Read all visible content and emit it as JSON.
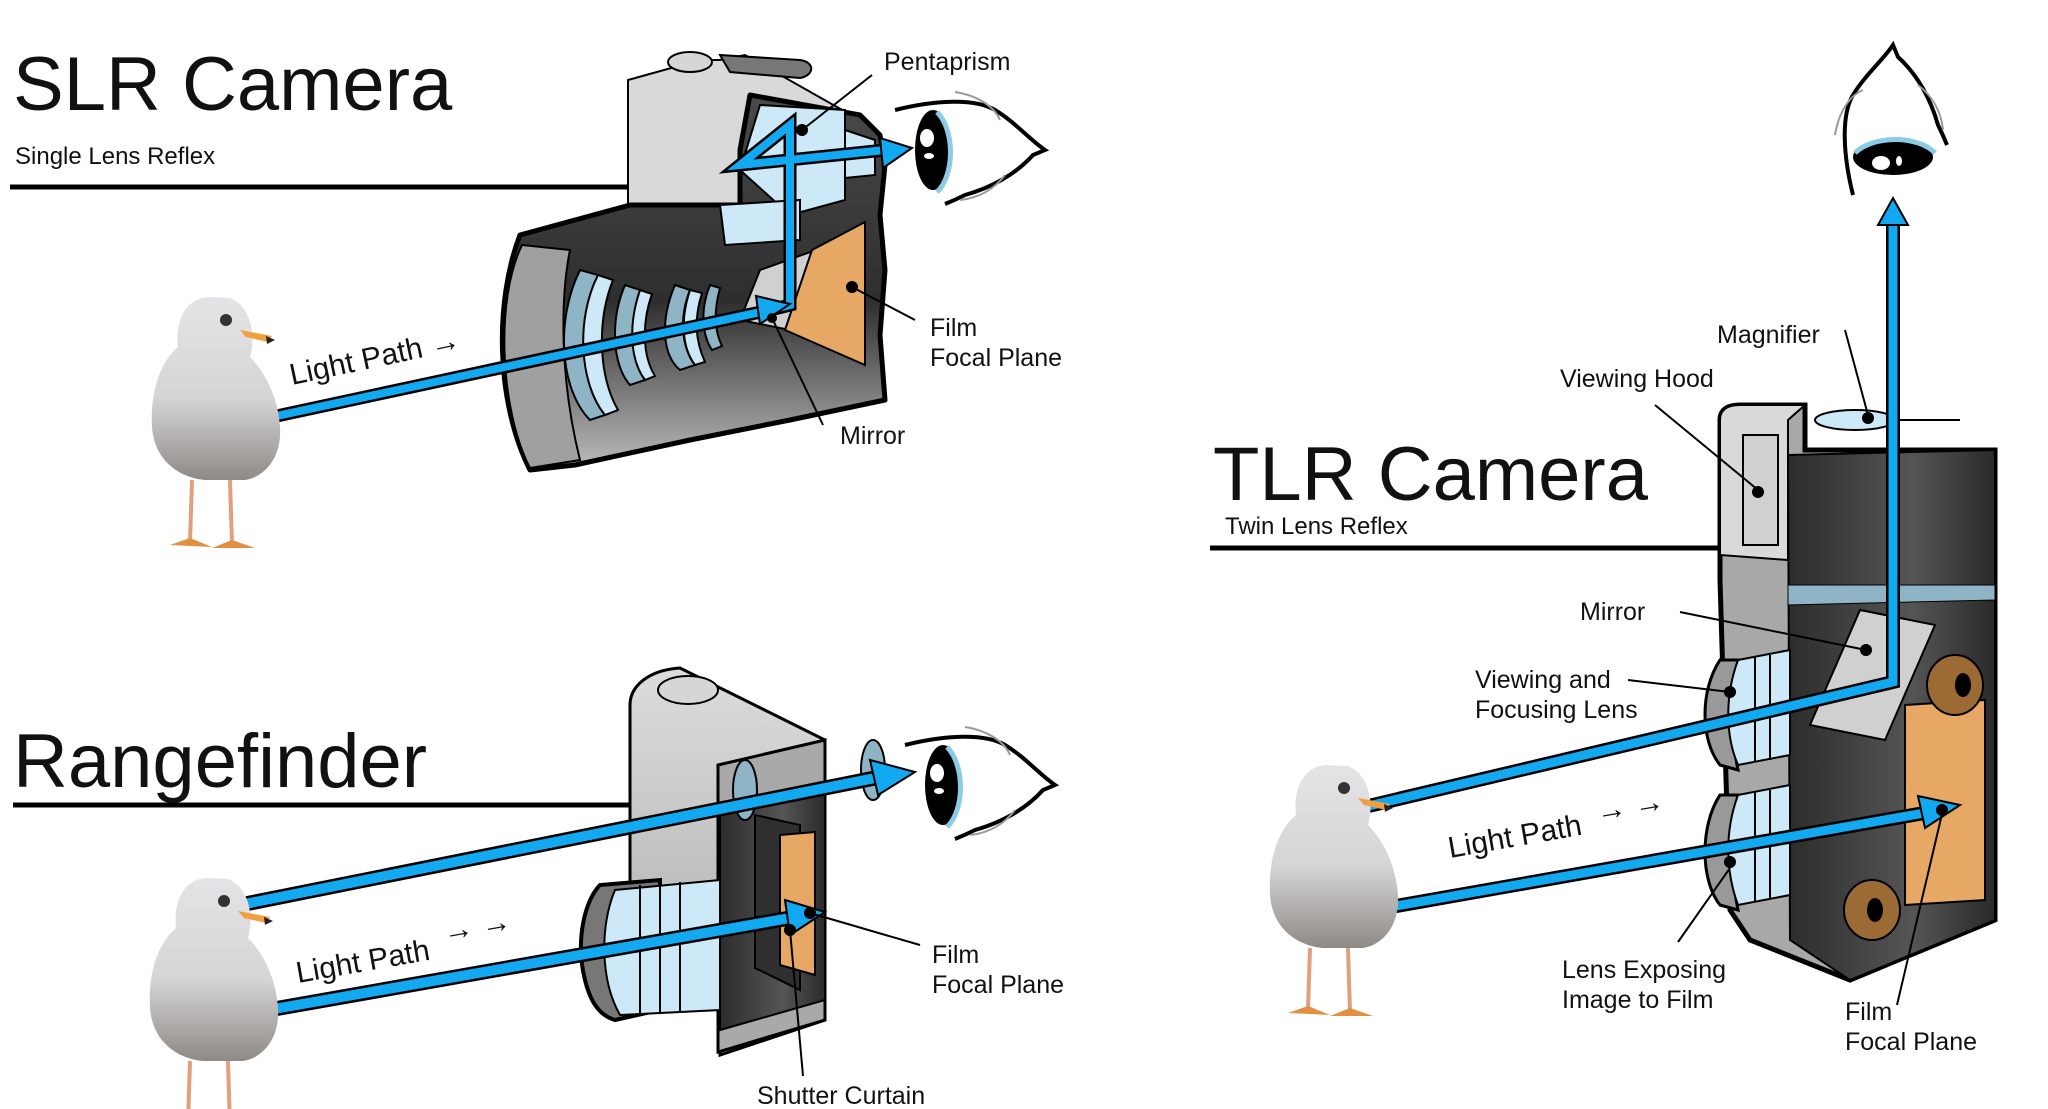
{
  "colors": {
    "beam": "#13a9f0",
    "beam_outline": "#000000",
    "film": "#e8a865",
    "lens_glass": "#cde9f7",
    "lens_glass_dark": "#8fb4c6",
    "body_light": "#d9d9d9",
    "body_mid": "#a9a9a9",
    "body_dark": "#3d3d3d",
    "film_roll": "#9c6a35",
    "bird_beak": "#f0a040",
    "bird_legs": "#e0a080"
  },
  "slr": {
    "title": "SLR Camera",
    "subtitle": "Single Lens Reflex",
    "light_path_label": "Light Path →",
    "labels": {
      "pentaprism": "Pentaprism",
      "film_line1": "Film",
      "film_line2": "Focal Plane",
      "mirror": "Mirror"
    },
    "icons": [
      "seagull-icon",
      "eye-icon"
    ]
  },
  "rangefinder": {
    "title": "Rangefinder",
    "light_path_label": "Light Path",
    "light_path_arrows": "→ →",
    "labels": {
      "film_line1": "Film",
      "film_line2": "Focal Plane",
      "shutter": "Shutter Curtain"
    },
    "icons": [
      "seagull-icon",
      "eye-icon"
    ]
  },
  "tlr": {
    "title": "TLR Camera",
    "subtitle": "Twin Lens Reflex",
    "light_path_label": "Light Path",
    "light_path_arrows": "→ →",
    "labels": {
      "magnifier": "Magnifier",
      "viewing_hood": "Viewing Hood",
      "mirror": "Mirror",
      "viewing_lens_line1": "Viewing and",
      "viewing_lens_line2": "Focusing Lens",
      "taking_lens_line1": "Lens Exposing",
      "taking_lens_line2": "Image to Film",
      "film_line1": "Film",
      "film_line2": "Focal Plane"
    },
    "icons": [
      "seagull-icon",
      "eye-icon"
    ]
  }
}
